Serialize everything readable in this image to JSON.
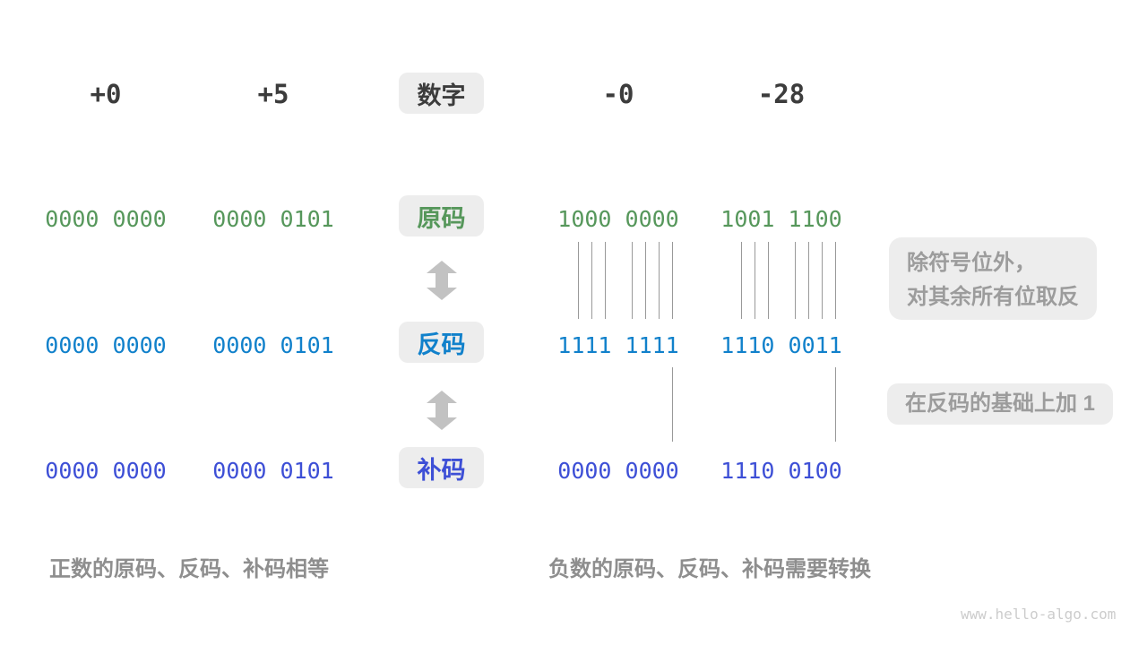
{
  "colors": {
    "sign_magnitude": "#56975B",
    "ones_complement": "#1181CB",
    "twos_complement": "#3D4FD6",
    "heading": "#3C3C3C",
    "muted_text": "#9C9C9C",
    "caption": "#8E8E8E",
    "box_bg": "#EDEDED",
    "arrow": "#C2C2C2",
    "tick": "#999999",
    "watermark": "#CCCCCC",
    "page_bg": "#FFFFFF"
  },
  "header": {
    "label": "数字",
    "columns": [
      "+0",
      "+5",
      "-0",
      "-28"
    ]
  },
  "rows": [
    {
      "label": "原码",
      "values": [
        "0000 0000",
        "0000 0101",
        "1000 0000",
        "1001 1100"
      ]
    },
    {
      "label": "反码",
      "values": [
        "0000 0000",
        "0000 0101",
        "1111 1111",
        "1110 0011"
      ]
    },
    {
      "label": "补码",
      "values": [
        "0000 0000",
        "0000 0101",
        "0000 0000",
        "1110 0100"
      ]
    }
  ],
  "annotations": {
    "invert_note_line1": "除符号位外，",
    "invert_note_line2": "对其余所有位取反",
    "add_one_note": "在反码的基础上加 1"
  },
  "captions": {
    "positive": "正数的原码、反码、补码相等",
    "negative": "负数的原码、反码、补码需要转换"
  },
  "watermark": "www.hello-algo.com"
}
